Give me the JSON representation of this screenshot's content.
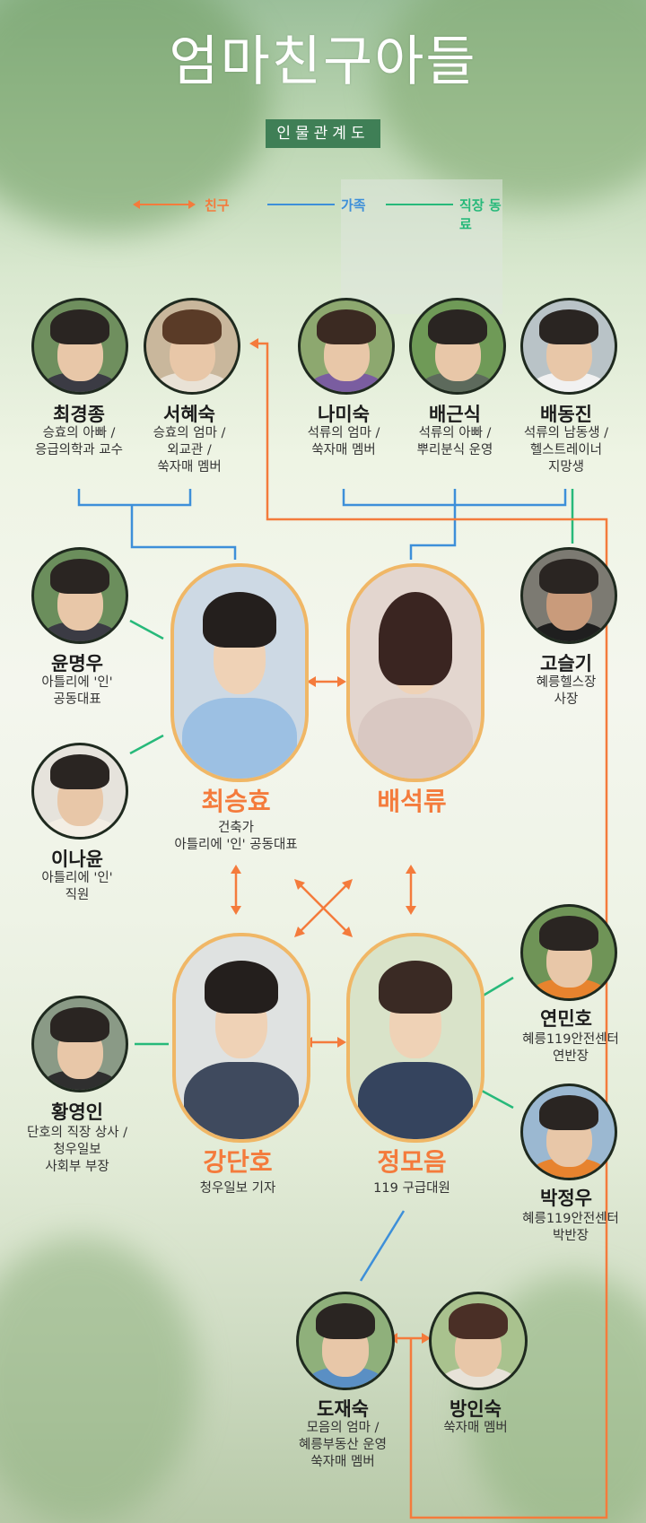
{
  "title": "엄마친구아들",
  "subtitle": "인물관계도",
  "legend": {
    "friend": {
      "label": "친구",
      "color": "#f47b3c"
    },
    "family": {
      "label": "가족",
      "color": "#3d8fd9"
    },
    "coworker": {
      "label": "직장 동료",
      "color": "#27b97a"
    }
  },
  "characters": {
    "choi_kyungjong": {
      "name": "최경종",
      "desc": "승효의 아빠 /\n응급의학과 교수"
    },
    "seo_hyesook": {
      "name": "서혜숙",
      "desc": "승효의 엄마 /\n외교관 /\n쑥자매 멤버"
    },
    "na_misook": {
      "name": "나미숙",
      "desc": "석류의 엄마 /\n쑥자매 멤버"
    },
    "bae_geunsik": {
      "name": "배근식",
      "desc": "석류의 아빠 /\n뿌리분식 운영"
    },
    "bae_dongjin": {
      "name": "배동진",
      "desc": "석류의 남동생 /\n헬스트레이너\n지망생"
    },
    "yoon_myungwoo": {
      "name": "윤명우",
      "desc": "아틀리에 '인'\n공동대표"
    },
    "lee_nayoon": {
      "name": "이나윤",
      "desc": "아틀리에 '인'\n직원"
    },
    "choi_seunghyo": {
      "name": "최승효",
      "desc": "건축가\n아틀리에 '인' 공동대표"
    },
    "bae_seokryu": {
      "name": "배석류",
      "desc": ""
    },
    "go_seulgi": {
      "name": "고슬기",
      "desc": "혜릉헬스장\n사장"
    },
    "yeon_minho": {
      "name": "연민호",
      "desc": "혜릉119안전센터\n연반장"
    },
    "park_jungwoo": {
      "name": "박정우",
      "desc": "혜릉119안전센터\n박반장"
    },
    "hwang_youngin": {
      "name": "황영인",
      "desc": "단호의 직장 상사 /\n청우일보\n사회부 부장"
    },
    "kang_danho": {
      "name": "강단호",
      "desc": "청우일보 기자"
    },
    "jung_moeum": {
      "name": "정모음",
      "desc": "119 구급대원"
    },
    "do_jaesook": {
      "name": "도재숙",
      "desc": "모음의 엄마 /\n혜릉부동산 운영\n쑥자매 멤버"
    },
    "bang_insook": {
      "name": "방인숙",
      "desc": "쑥자매 멤버"
    }
  }
}
